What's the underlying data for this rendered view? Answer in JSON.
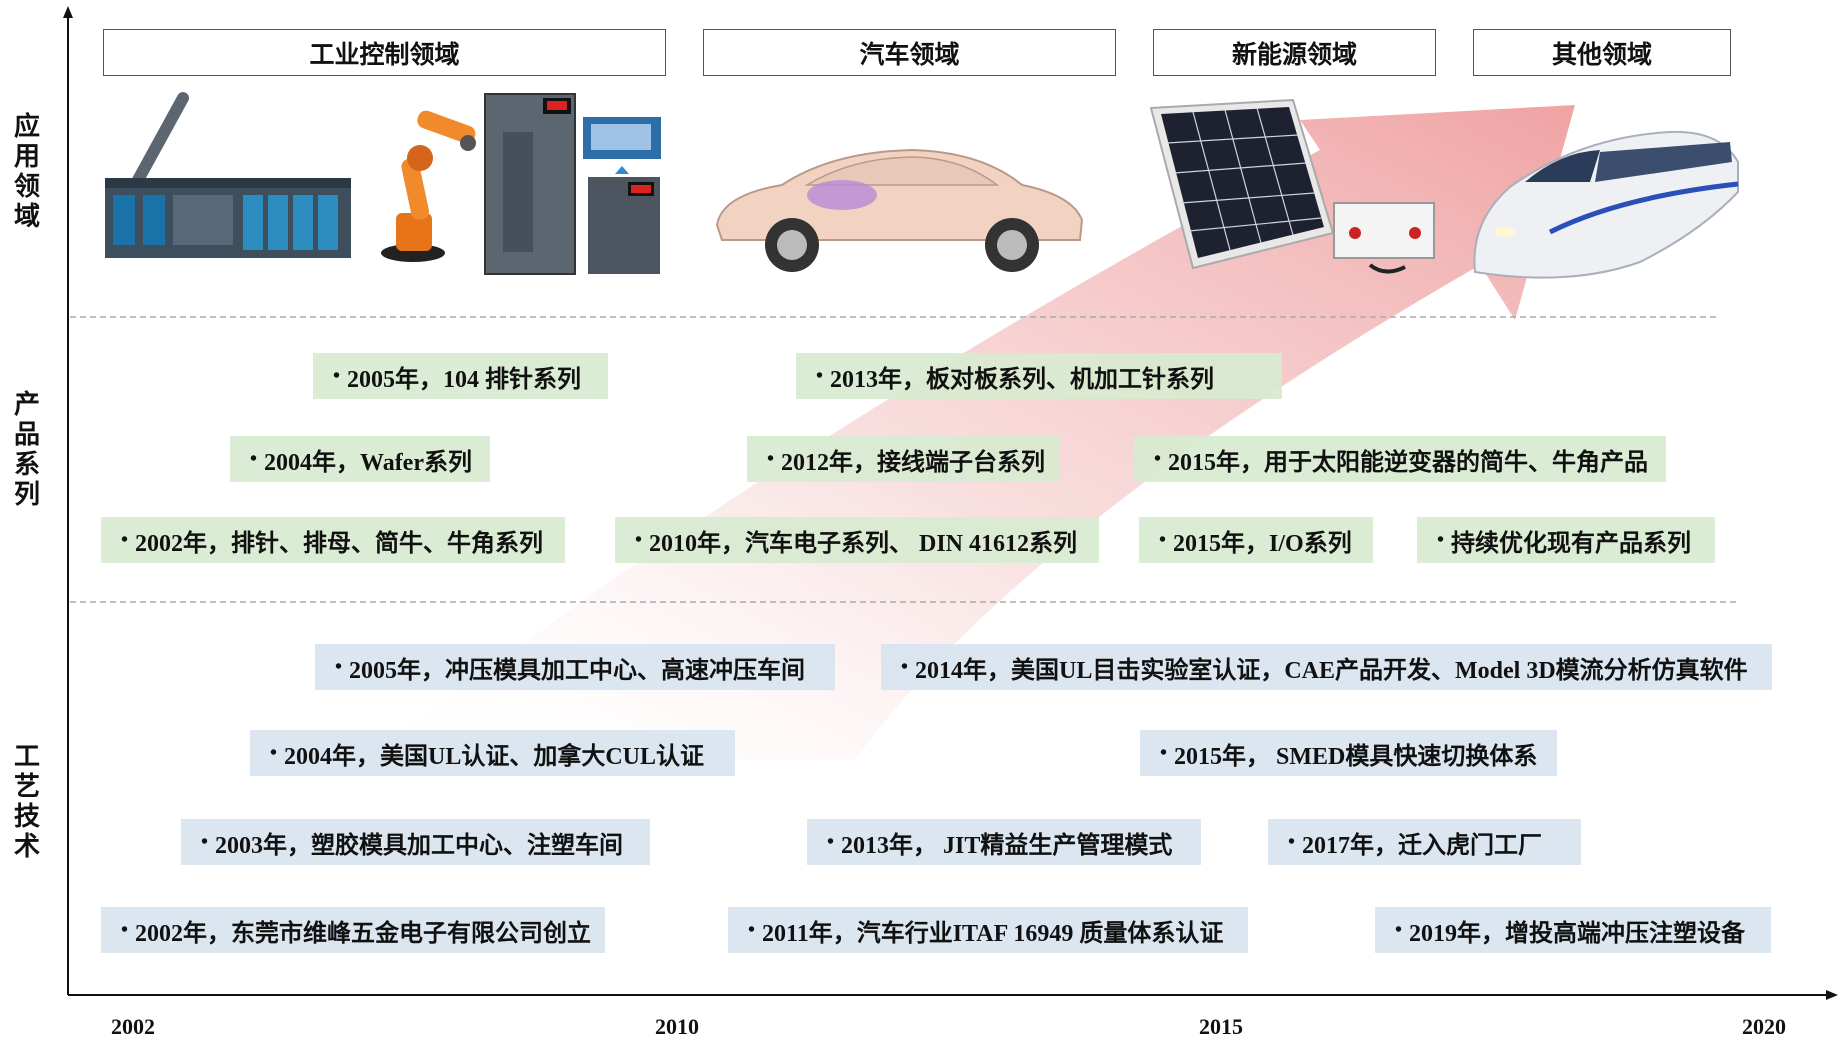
{
  "domains": [
    {
      "label": "工业控制领域"
    },
    {
      "label": "汽车领域"
    },
    {
      "label": "新能源领域"
    },
    {
      "label": "其他领域"
    }
  ],
  "row_labels": {
    "application": "应用领域",
    "products": "产品系列",
    "process": "工艺技术"
  },
  "products": [
    {
      "text": "2005年，104 排针系列"
    },
    {
      "text": "2013年，板对板系列、机加工针系列"
    },
    {
      "text": "2004年，Wafer系列"
    },
    {
      "text": "2012年，接线端子台系列"
    },
    {
      "text": "2015年，用于太阳能逆变器的简牛、牛角产品"
    },
    {
      "text": "2002年，排针、排母、简牛、牛角系列"
    },
    {
      "text": "2010年，汽车电子系列、 DIN 41612系列"
    },
    {
      "text": "2015年，I/O系列"
    },
    {
      "text": "持续优化现有产品系列"
    }
  ],
  "process": [
    {
      "text": "2005年，冲压模具加工中心、高速冲压车间"
    },
    {
      "text": "2014年，美国UL目击实验室认证，CAE产品开发、Model 3D模流分析仿真软件"
    },
    {
      "text": "2004年，美国UL认证、加拿大CUL认证"
    },
    {
      "text": "2015年， SMED模具快速切换体系"
    },
    {
      "text": "2003年，塑胶模具加工中心、注塑车间"
    },
    {
      "text": "2013年， JIT精益生产管理模式"
    },
    {
      "text": "2017年，迁入虎门工厂"
    },
    {
      "text": "2002年，东莞市维峰五金电子有限公司创立"
    },
    {
      "text": "2011年，汽车行业ITAF 16949 质量体系认证"
    },
    {
      "text": "2019年，增投高端冲压注塑设备"
    }
  ],
  "years": [
    "2002",
    "2010",
    "2015",
    "2020"
  ],
  "colors": {
    "product_bg": "#d8ead0",
    "process_bg": "#d8e4f0",
    "arrow": "#f2b8b8"
  },
  "images": [
    "industrial-controller-icon",
    "robot-arm-icon",
    "servo-drive-icon",
    "car-icon",
    "solar-panel-icon",
    "high-speed-train-icon"
  ]
}
